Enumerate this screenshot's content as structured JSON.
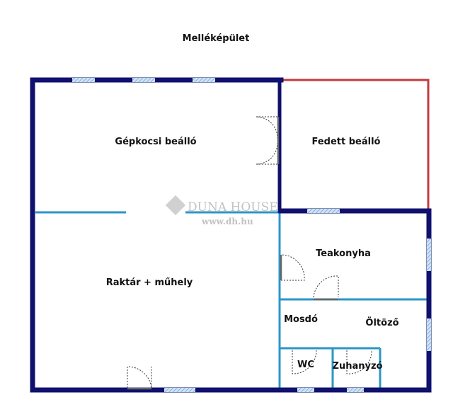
{
  "title": "Melléképület",
  "rooms": {
    "garage": "Gépkocsi beálló",
    "covered": "Fedett beálló",
    "storage": "Raktár + műhely",
    "kitchenette": "Teakonyha",
    "washroom": "Mosdó",
    "changing": "Öltöző",
    "wc": "WC",
    "shower": "Zuhanyzó"
  },
  "watermark": {
    "brand": "DUNA HOUSE",
    "url": "www.dh.hu"
  },
  "colors": {
    "outer_wall": "#10106e",
    "inner_wall": "#2b96c8",
    "open_side": "#c43a3f",
    "window": "#9cc8e8"
  }
}
